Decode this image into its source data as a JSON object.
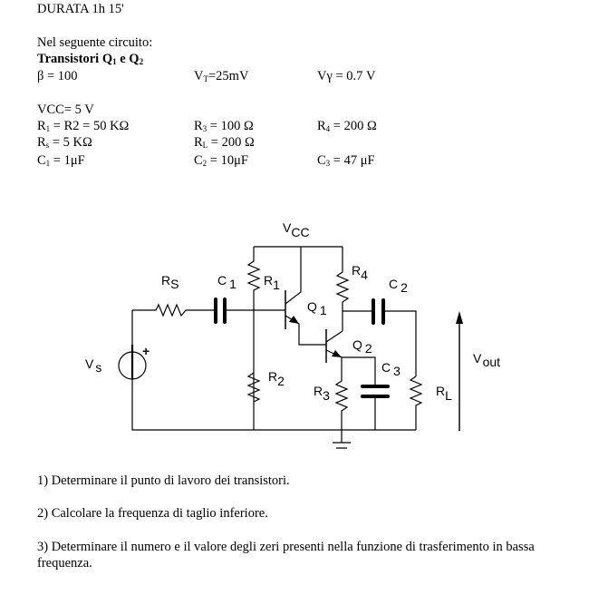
{
  "header": {
    "duration": "DURATA  1h 15'"
  },
  "intro": "Nel seguente circuito:",
  "transistors_title": {
    "main": "Transistori Q",
    "s1": "1",
    "mid": " e Q",
    "s2": "2"
  },
  "params": {
    "beta": "β = 100",
    "vt": {
      "main": "V",
      "sub": "T",
      "rest": "=25mV"
    },
    "vgamma": "Vγ = 0.7 V",
    "vcc": "VCC= 5 V",
    "r1r2": {
      "main": "R",
      "sub": "1",
      "rest": " = R2 = 50 KΩ"
    },
    "r3": {
      "main": "R",
      "sub": "3",
      "rest": " = 100 Ω"
    },
    "r4": {
      "main": "R",
      "sub": "4",
      "rest": " = 200 Ω"
    },
    "rs": {
      "main": "R",
      "sub": "s",
      "rest": " = 5 KΩ"
    },
    "rl": {
      "main": "R",
      "sub": "L",
      "rest": " = 200 Ω"
    },
    "c1": {
      "main": "C",
      "sub": "1",
      "rest": " = 1μF"
    },
    "c2": {
      "main": "C",
      "sub": "2",
      "rest": " = 10μF"
    },
    "c3": {
      "main": "C",
      "sub": "3",
      "rest": " = 47 μF"
    }
  },
  "circuit_labels": {
    "vcc": {
      "main": "V",
      "sub": "CC"
    },
    "rs": {
      "main": "R",
      "sub": "S"
    },
    "c1": {
      "main": "C",
      "sub": "1"
    },
    "r1": {
      "main": "R",
      "sub": "1"
    },
    "q1": {
      "main": "Q",
      "sub": "1"
    },
    "r4": {
      "main": "R",
      "sub": "4"
    },
    "c2": {
      "main": "C",
      "sub": "2"
    },
    "q2": {
      "main": "Q",
      "sub": "2"
    },
    "c3": {
      "main": "C",
      "sub": "3"
    },
    "r2": {
      "main": "R",
      "sub": "2"
    },
    "r3": {
      "main": "R",
      "sub": "3"
    },
    "rl": {
      "main": "R",
      "sub": "L"
    },
    "vs": {
      "main": "V",
      "sub": "s"
    },
    "vout": {
      "main": "V",
      "sub": "out"
    },
    "plus": "+"
  },
  "questions": [
    "1) Determinare il punto di lavoro dei transistori.",
    "2) Calcolare la frequenza di taglio inferiore.",
    "3) Determinare il numero e il valore degli zeri presenti nella funzione di trasferimento in bassa",
    "frequenza."
  ]
}
